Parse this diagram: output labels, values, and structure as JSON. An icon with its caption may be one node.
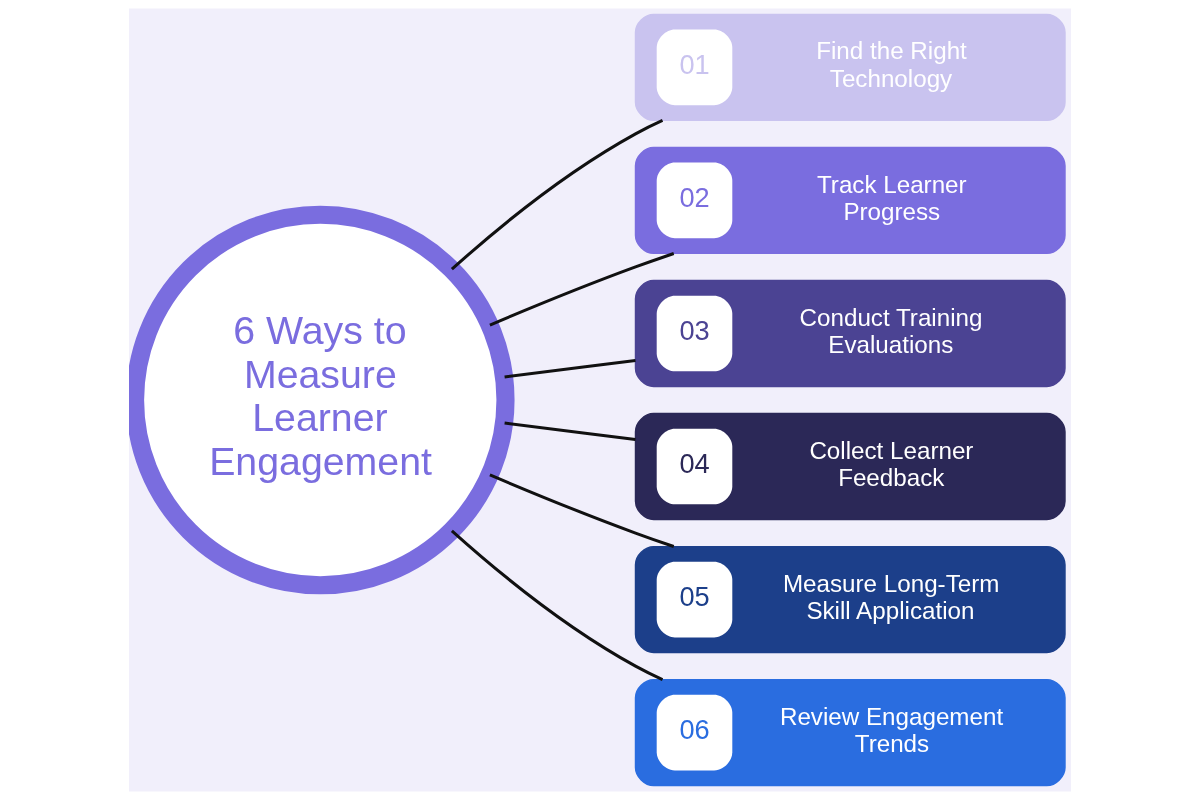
{
  "diagram": {
    "nodes": [
      {
        "text": [
          "6 Ways to Measure Learner Engagement"
        ]
      },
      {
        "text": [
          "01",
          "Find the Right Technology"
        ]
      },
      {
        "text": [
          "02",
          "Track Learner Progress"
        ]
      },
      {
        "text": [
          "03",
          "Conduct Training Evaluations"
        ]
      },
      {
        "text": [
          "04",
          "Collect Learner Feedback"
        ]
      },
      {
        "text": [
          "05",
          "Measure Long-Term Skill Application"
        ]
      },
      {
        "text": [
          "06",
          "Review Engagement Trends"
        ]
      }
    ],
    "edges": [
      {
        "from": 0,
        "to": 1,
        "arrow": "none"
      },
      {
        "from": 0,
        "to": 2,
        "arrow": "none"
      },
      {
        "from": 0,
        "to": 3,
        "arrow": "none"
      },
      {
        "from": 0,
        "to": 4,
        "arrow": "none"
      },
      {
        "from": 0,
        "to": 5,
        "arrow": "none"
      },
      {
        "from": 0,
        "to": 6,
        "arrow": "none"
      }
    ]
  }
}
